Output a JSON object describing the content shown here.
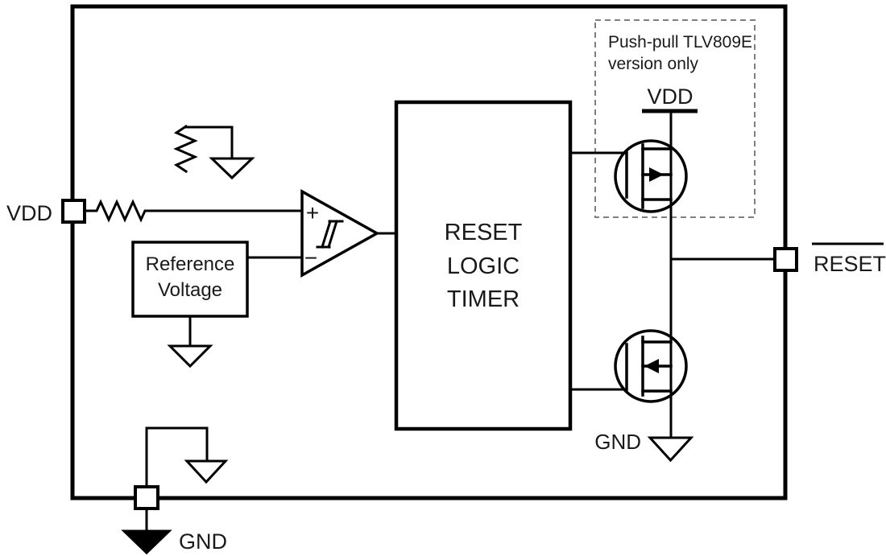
{
  "diagram": {
    "kind": "functional-block-diagram",
    "pins": {
      "vdd": "VDD",
      "gnd": "GND",
      "reset": "RESET"
    },
    "blocks": {
      "reference_voltage": {
        "line1": "Reference",
        "line2": "Voltage"
      },
      "reset_logic_timer": {
        "line1": "RESET",
        "line2": "LOGIC",
        "line3": "TIMER"
      }
    },
    "comparator": {
      "plus": "+",
      "minus": "−"
    },
    "pushpull_note": {
      "line1": "Push-pull TLV809E",
      "line2": "version only"
    },
    "rails": {
      "vdd": "VDD",
      "gnd": "GND"
    },
    "colors": {
      "stroke": "#000000",
      "text": "#1a1a1a",
      "note_border": "#7f7f7f",
      "background": "#ffffff"
    }
  }
}
